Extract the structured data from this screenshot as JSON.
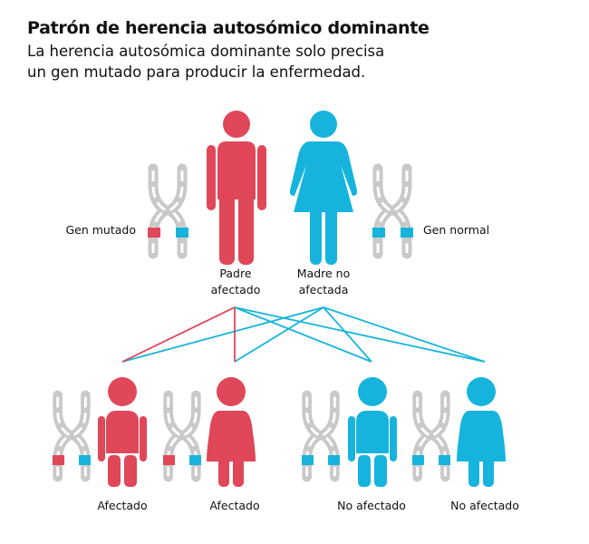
{
  "title": "Patrón de herencia autosómico dominante",
  "subtitle_line1": "La herencia autosómica dominante solo precisa",
  "subtitle_line2": "un gen mutado para producir la enfermedad.",
  "colors": {
    "affected": "#e04759",
    "unaffected": "#16b4dd",
    "chromosome": "#c9c9c9"
  },
  "parents": {
    "gene_mutated_label": "Gen mutado",
    "gene_normal_label": "Gen normal",
    "father_line1": "Padre",
    "father_line2": "afectado",
    "mother_line1": "Madre no",
    "mother_line2": "afectada"
  },
  "children": [
    {
      "label": "Afectado",
      "status": "affected",
      "figure": "boy"
    },
    {
      "label": "Afectado",
      "status": "affected",
      "figure": "girl"
    },
    {
      "label": "No afectado",
      "status": "unaffected",
      "figure": "boy"
    },
    {
      "label": "No afectado",
      "status": "unaffected",
      "figure": "girl"
    }
  ]
}
